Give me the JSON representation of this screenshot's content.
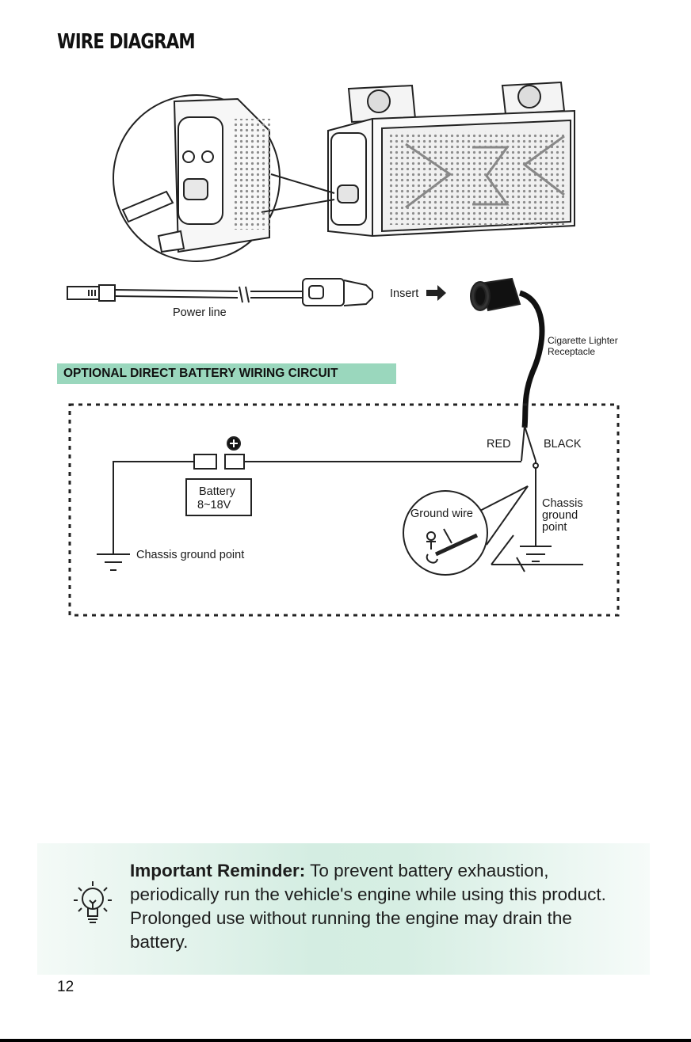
{
  "page": {
    "title": "WIRE DIAGRAM",
    "page_number": "12"
  },
  "diagram": {
    "power_line_label": "Power line",
    "insert_label": "Insert",
    "receptacle_label_line1": "Cigarette Lighter",
    "receptacle_label_line2": "Receptacle",
    "section_label": "OPTIONAL DIRECT BATTERY WIRING CIRCUIT",
    "battery_label_line1": "Battery",
    "battery_label_line2": "8~18V",
    "red_label": "RED",
    "black_label": "BLACK",
    "ground_wire_label": "Ground wire",
    "chassis_ground_line1": "Chassis",
    "chassis_ground_line2": "ground",
    "chassis_ground_line3": "point",
    "chassis_ground_point_label": "Chassis ground point"
  },
  "reminder": {
    "heading": "Important Reminder:",
    "body": " To prevent battery exhaustion, periodically run the vehicle's engine while using this product. Prolonged use without running the engine may drain the battery."
  }
}
